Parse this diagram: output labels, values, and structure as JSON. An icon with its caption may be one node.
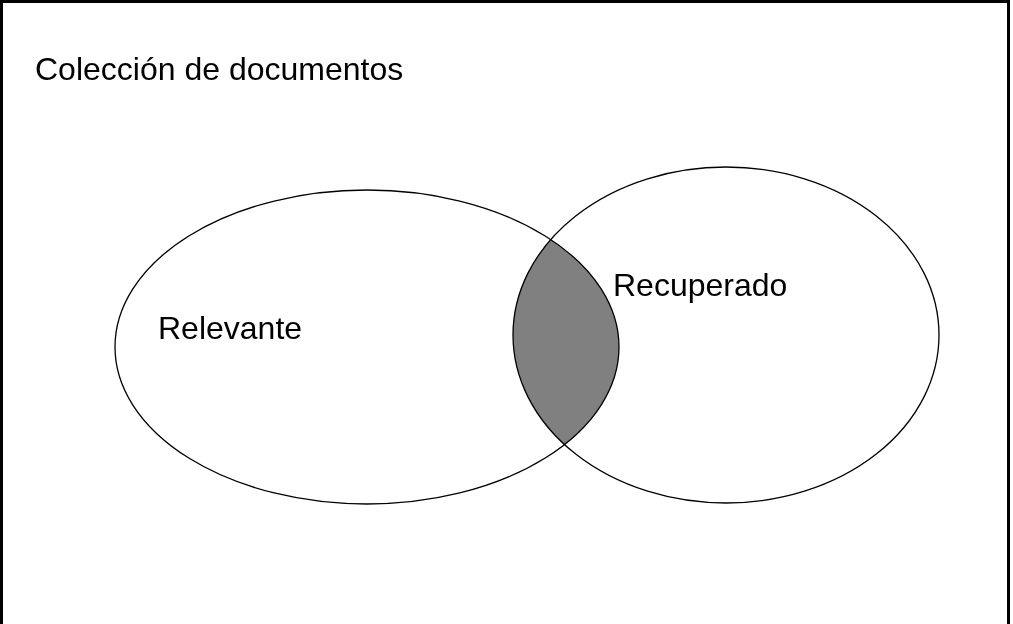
{
  "diagram": {
    "nodes": [
      {
        "text": [
          "Colección de documentos"
        ]
      },
      {
        "text": [
          "Relevante"
        ],
        "in": 0
      },
      {
        "text": [
          "Recuperado"
        ],
        "in": 0
      },
      {
        "text": [],
        "shape": "lens",
        "in": 0
      }
    ]
  }
}
